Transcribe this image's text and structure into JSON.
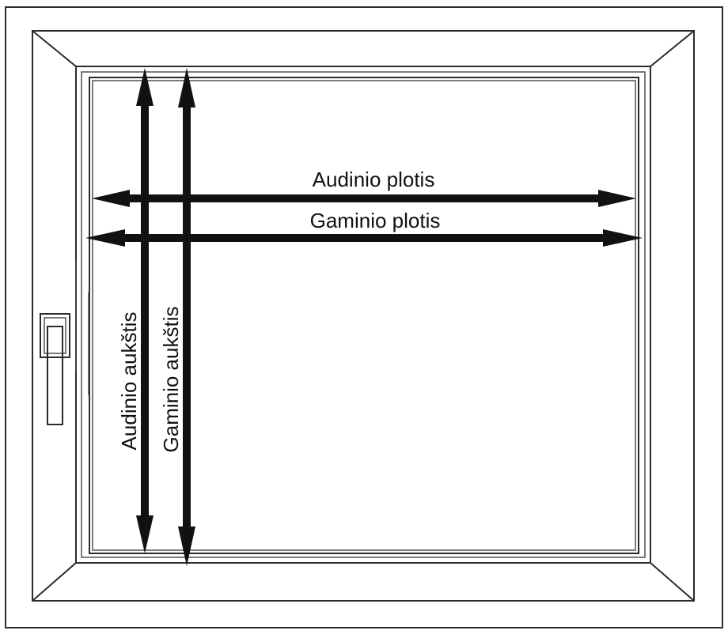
{
  "labels": {
    "fabric_width": "Audinio plotis",
    "product_width": "Gaminio plotis",
    "fabric_height": "Audinio aukštis",
    "product_height": "Gaminio aukštis"
  },
  "colors": {
    "line": "#2b2b2b",
    "arrow": "#111111",
    "background": "#ffffff"
  }
}
